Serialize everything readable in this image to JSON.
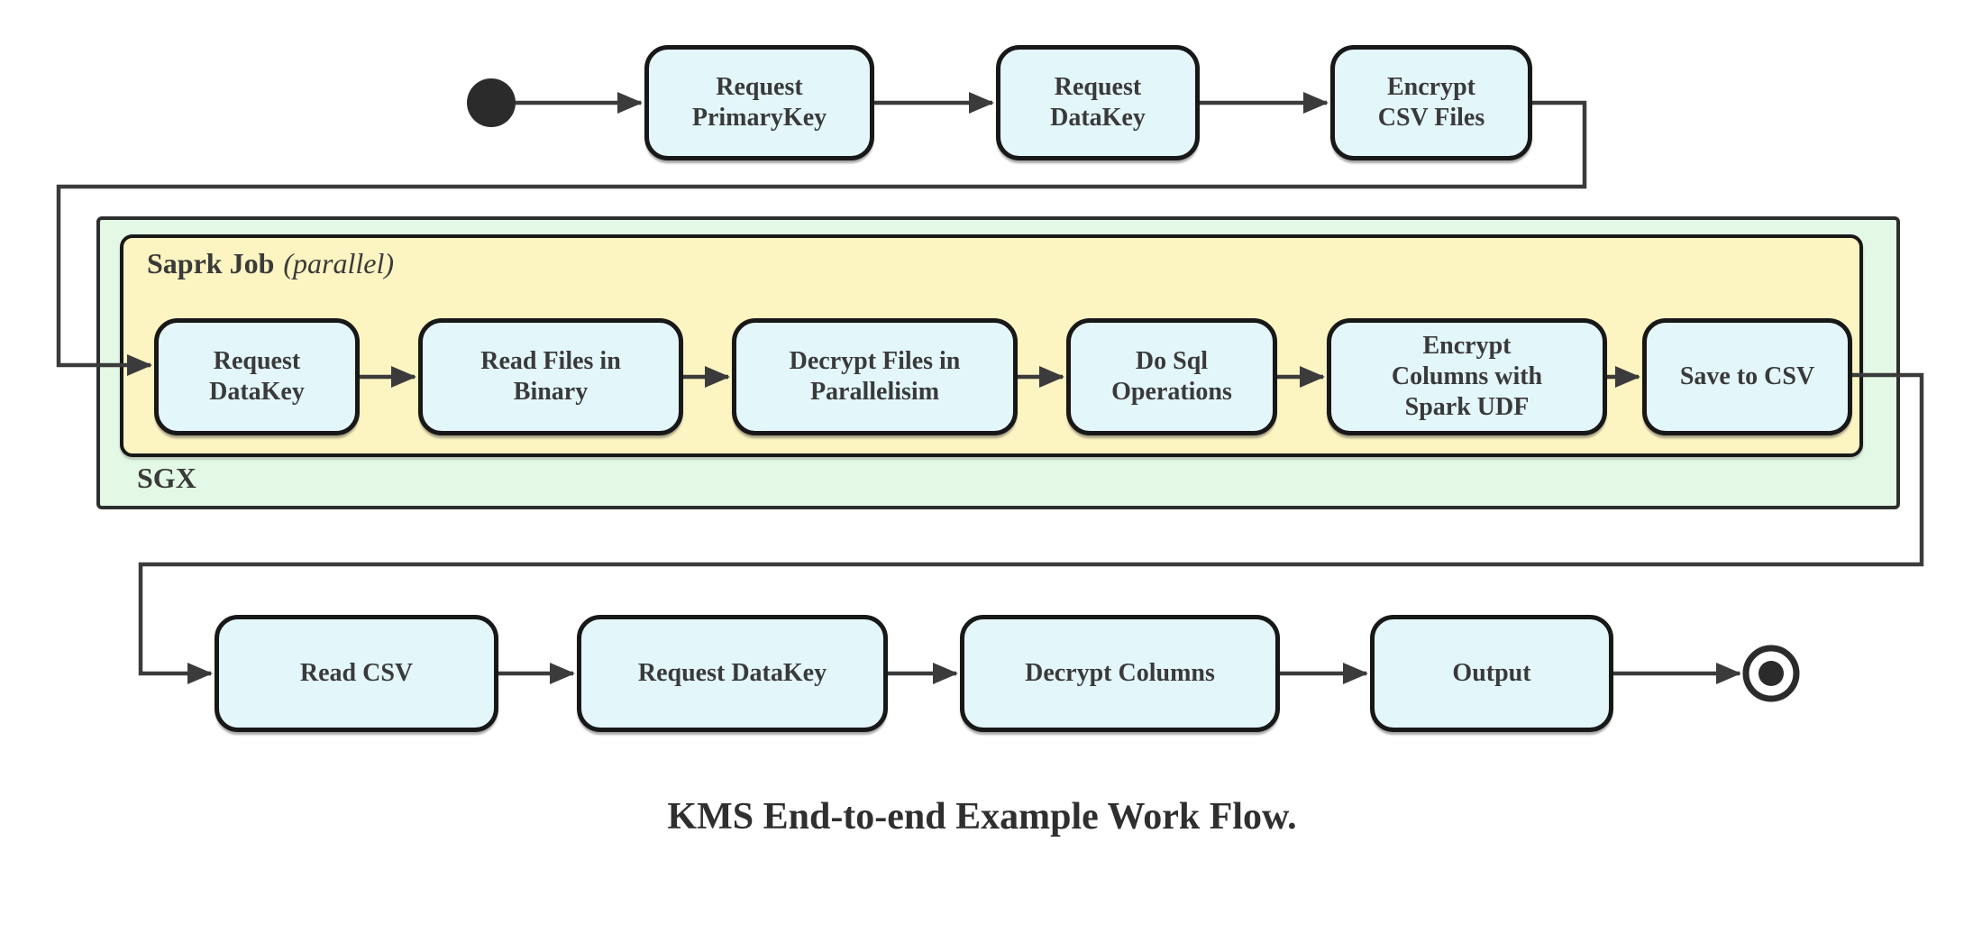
{
  "caption": "KMS End-to-end Example Work Flow.",
  "containers": {
    "sgx": {
      "label": "SGX"
    },
    "spark_job": {
      "label": "Saprk Job",
      "qualifier": "(parallel)"
    }
  },
  "flow": {
    "top_row": [
      {
        "label": "Request\nPrimaryKey"
      },
      {
        "label": "Request\nDataKey"
      },
      {
        "label": "Encrypt\nCSV Files"
      }
    ],
    "spark_row": [
      {
        "label": "Request\nDataKey"
      },
      {
        "label": "Read Files in\nBinary"
      },
      {
        "label": "Decrypt Files in\nParallelisim"
      },
      {
        "label": "Do Sql\nOperations"
      },
      {
        "label": "Encrypt\nColumns with\nSpark UDF"
      },
      {
        "label": "Save to CSV"
      }
    ],
    "bottom_row": [
      {
        "label": "Read CSV"
      },
      {
        "label": "Request DataKey"
      },
      {
        "label": "Decrypt Columns"
      },
      {
        "label": "Output"
      }
    ]
  },
  "colors": {
    "state_fill": "#e3f6fa",
    "spark_container_fill": "#fcf4c1",
    "sgx_container_fill": "#e3f9e6",
    "line": "#3b3b3b",
    "border": "#181818",
    "text": "#3a3a3a"
  }
}
